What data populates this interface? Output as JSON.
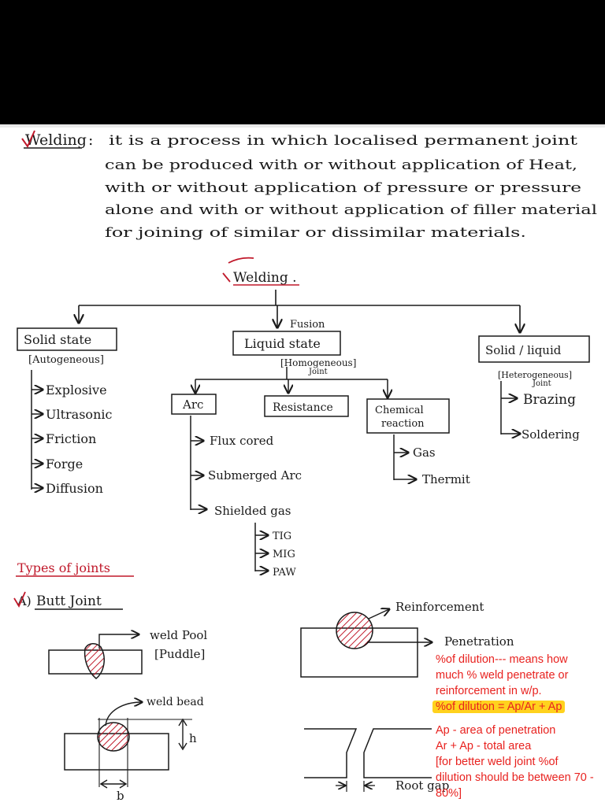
{
  "definition": {
    "heading": "Welding",
    "colon": ":",
    "lines": [
      "it is a process in which localised permanent joint",
      "can be produced with or without application of Heat,",
      "with or without application of pressure or pressure",
      "alone and with or without application of filler material",
      "for joining of similar or dissimilar materials."
    ]
  },
  "tree": {
    "root": "Welding .",
    "fusion_label": "Fusion",
    "solid_state": {
      "title": "Solid state",
      "subtitle": "[Autogeneous]",
      "items": [
        "Explosive",
        "Ultrasonic",
        "Friction",
        "Forge",
        "Diffusion"
      ]
    },
    "liquid_state": {
      "title": "Liquid state",
      "subtitle": "[Homogeneous]",
      "subtitle2": "Joint",
      "arc": {
        "title": "Arc",
        "items": [
          "Flux cored",
          "Submerged Arc",
          "Shielded gas"
        ],
        "gas_items": [
          "TIG",
          "MIG",
          "PAW"
        ]
      },
      "resistance": {
        "title": "Resistance"
      },
      "chemical": {
        "title_line1": "Chemical",
        "title_line2": "reaction",
        "items": [
          "Gas",
          "Thermit"
        ]
      }
    },
    "solid_liquid": {
      "title": "Solid / liquid",
      "subtitle": "[Heterogeneous]",
      "subtitle2": "Joint",
      "items": [
        "Brazing",
        "Soldering"
      ]
    }
  },
  "joints": {
    "heading": "Types of joints",
    "butt_prefix": "A)",
    "butt_title": "Butt Joint",
    "weld_pool": "weld Pool",
    "puddle": "[Puddle]",
    "weld_bead": "weld bead",
    "h_label": "h",
    "b_label": "b",
    "reinforcement": "Reinforcement",
    "penetration": "Penetration",
    "root_gap": "Root gap"
  },
  "notes": {
    "dilution_line1": "%of dilution--- means how",
    "dilution_line2": "much % weld penetrate or",
    "dilution_line3": "reinforcement in w/p.",
    "formula": "%of dilution = Ap/Ar + Ap",
    "ap_def": "Ap - area of penetration",
    "total_def": "Ar + Ap - total area",
    "advice_line1": "[for better weld joint %of",
    "advice_line2": "dilution should be between 70 -",
    "advice_line3": "80%]"
  },
  "colors": {
    "ink": "#1a1a1a",
    "red_ink": "#c0182a",
    "note_red": "#e8221f",
    "highlight": "#ffd21e"
  }
}
